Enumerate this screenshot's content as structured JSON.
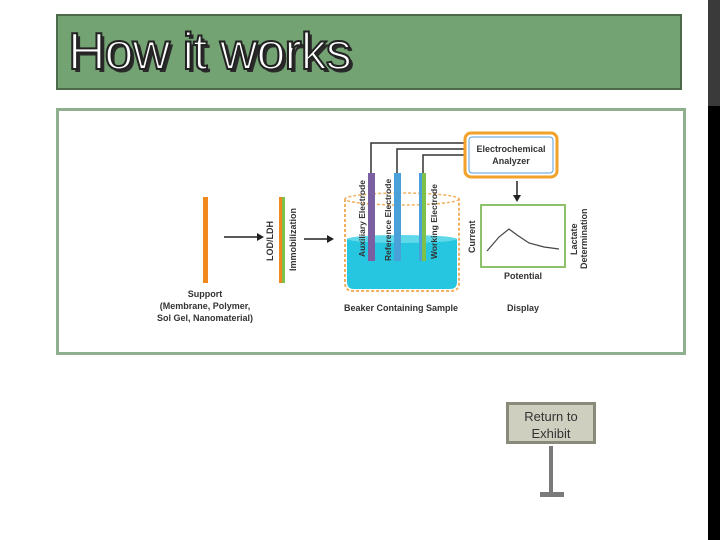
{
  "slide": {
    "title": "How it works",
    "return_button": "Return to Exhibit"
  },
  "diagram": {
    "support_label": "Support",
    "support_detail_1": "(Membrane, Polymer,",
    "support_detail_2": "Sol Gel, Nanomaterial)",
    "lod_ldh": "LOD/LDH",
    "immobilization": "Immobilization",
    "auxiliary_electrode": "Auxiliary Electrode",
    "reference_electrode": "Reference Electrode",
    "working_electrode": "Working Electrode",
    "analyzer_line1": "Electrochemical",
    "analyzer_line2": "Analyzer",
    "current": "Current",
    "potential": "Potential",
    "lactate": "Lactate",
    "determination": "Determination",
    "beaker_caption": "Beaker Containing Sample",
    "display_caption": "Display",
    "colors": {
      "orange": "#f2891f",
      "green": "#7cc24a",
      "purple": "#7a5fa3",
      "blue": "#4aa0d8",
      "liquid": "#26c6e0"
    }
  }
}
